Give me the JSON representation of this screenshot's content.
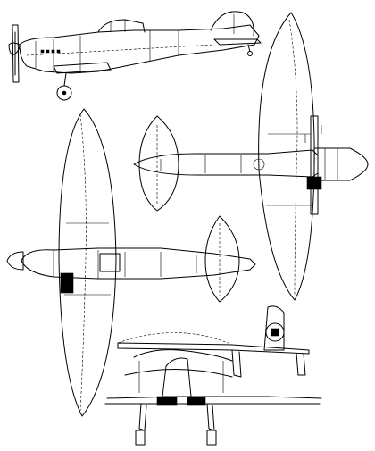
{
  "figure": {
    "subject": "aircraft-three-view-line-drawing",
    "views": [
      "side-view",
      "top-view",
      "bottom-view",
      "front-view"
    ],
    "line_color": "#000000",
    "background_color": "#ffffff"
  }
}
